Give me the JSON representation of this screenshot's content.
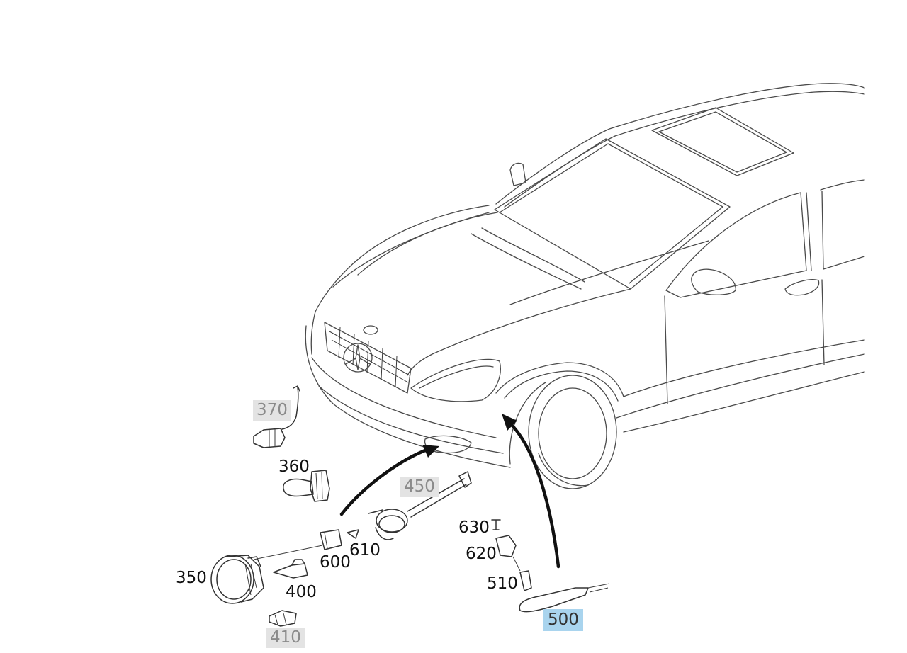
{
  "diagram": {
    "callouts": [
      {
        "id": "370",
        "label": "370",
        "style": "grey"
      },
      {
        "id": "360",
        "label": "360",
        "style": "plain"
      },
      {
        "id": "450",
        "label": "450",
        "style": "grey"
      },
      {
        "id": "610",
        "label": "610",
        "style": "plain"
      },
      {
        "id": "600",
        "label": "600",
        "style": "plain"
      },
      {
        "id": "350",
        "label": "350",
        "style": "plain"
      },
      {
        "id": "400",
        "label": "400",
        "style": "plain"
      },
      {
        "id": "410",
        "label": "410",
        "style": "grey"
      },
      {
        "id": "630",
        "label": "630",
        "style": "plain"
      },
      {
        "id": "620",
        "label": "620",
        "style": "plain"
      },
      {
        "id": "510",
        "label": "510",
        "style": "plain"
      },
      {
        "id": "500",
        "label": "500",
        "style": "selected"
      }
    ],
    "colors": {
      "line": "#4a4a4a",
      "arrow": "#111111",
      "grey_callout_bg": "#e3e3e3",
      "grey_callout_text": "#8a8a8a",
      "selected_callout_bg": "#a9d4ee"
    }
  }
}
